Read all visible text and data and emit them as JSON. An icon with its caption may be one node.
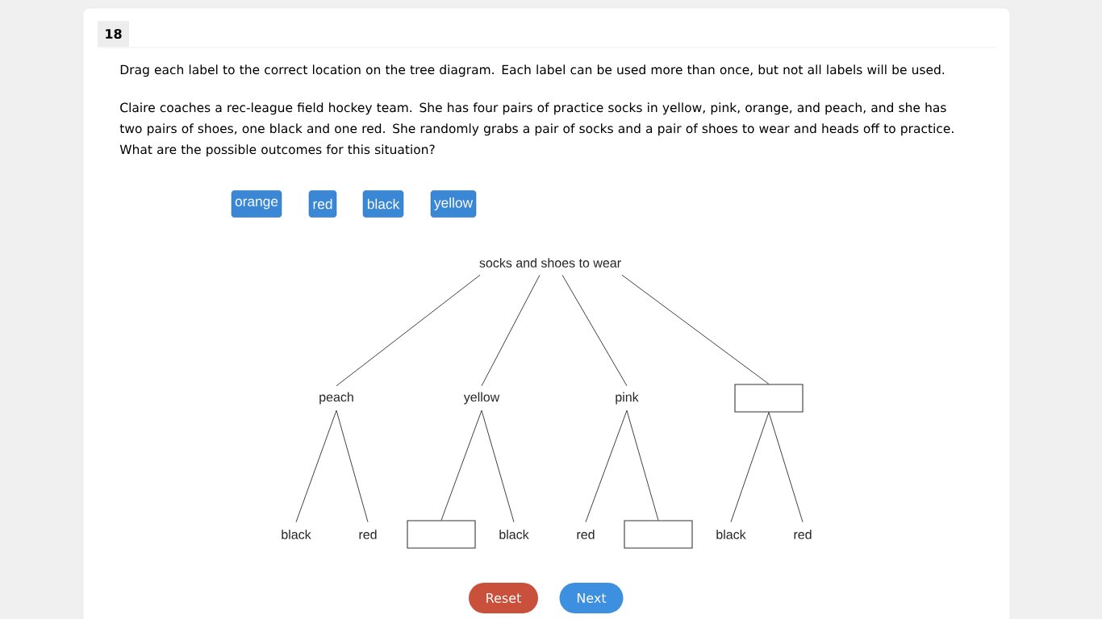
{
  "diagram": {
    "nodes": [
      {
        "text": [
          "orange"
        ]
      },
      {
        "text": [
          "red"
        ]
      },
      {
        "text": [
          "black"
        ]
      },
      {
        "text": [
          "yellow"
        ]
      },
      {
        "text": [
          "socks and shoes to wear"
        ]
      },
      {
        "text": [
          "peach"
        ]
      },
      {
        "text": [
          "yellow"
        ]
      },
      {
        "text": [
          "pink"
        ]
      },
      {
        "text": [],
        "shape": "box"
      },
      {
        "text": [
          "black"
        ]
      },
      {
        "text": [
          "red"
        ]
      },
      {
        "text": [],
        "shape": "box"
      },
      {
        "text": [
          "black"
        ]
      },
      {
        "text": [
          "red"
        ]
      },
      {
        "text": [],
        "shape": "box"
      },
      {
        "text": [
          "black"
        ]
      },
      {
        "text": [
          "red"
        ]
      },
      {
        "text": [
          "Reset"
        ]
      },
      {
        "text": [
          "Next"
        ]
      }
    ],
    "edges": [
      {
        "from": 4,
        "to": 5,
        "arrow": "none"
      },
      {
        "from": 4,
        "to": 6,
        "arrow": "none"
      },
      {
        "from": 4,
        "to": 7,
        "arrow": "none"
      },
      {
        "from": 4,
        "to": 8,
        "arrow": "none"
      },
      {
        "from": 5,
        "to": 9,
        "arrow": "none"
      },
      {
        "from": 5,
        "to": 10,
        "arrow": "none"
      },
      {
        "from": 6,
        "to": 11,
        "arrow": "none"
      },
      {
        "from": 6,
        "to": 12,
        "arrow": "none"
      },
      {
        "from": 7,
        "to": 13,
        "arrow": "none"
      },
      {
        "from": 7,
        "to": 14,
        "arrow": "none"
      },
      {
        "from": 8,
        "to": 15,
        "arrow": "none"
      },
      {
        "from": 8,
        "to": 16,
        "arrow": "none"
      }
    ],
    "labels": [
      "18",
      "Drag each label to the correct location on the tree diagram. Each label can be used more than once, but not all labels will be used.",
      "Claire coaches a rec-league field hockey team. She has four pairs of practice socks in yellow, pink, orange, and peach, and she has two pairs of shoes, one black and one red. She randomly grabs a pair of socks and a pair of shoes to wear and heads off to practice. What are the possible outcomes for this situation?"
    ]
  }
}
